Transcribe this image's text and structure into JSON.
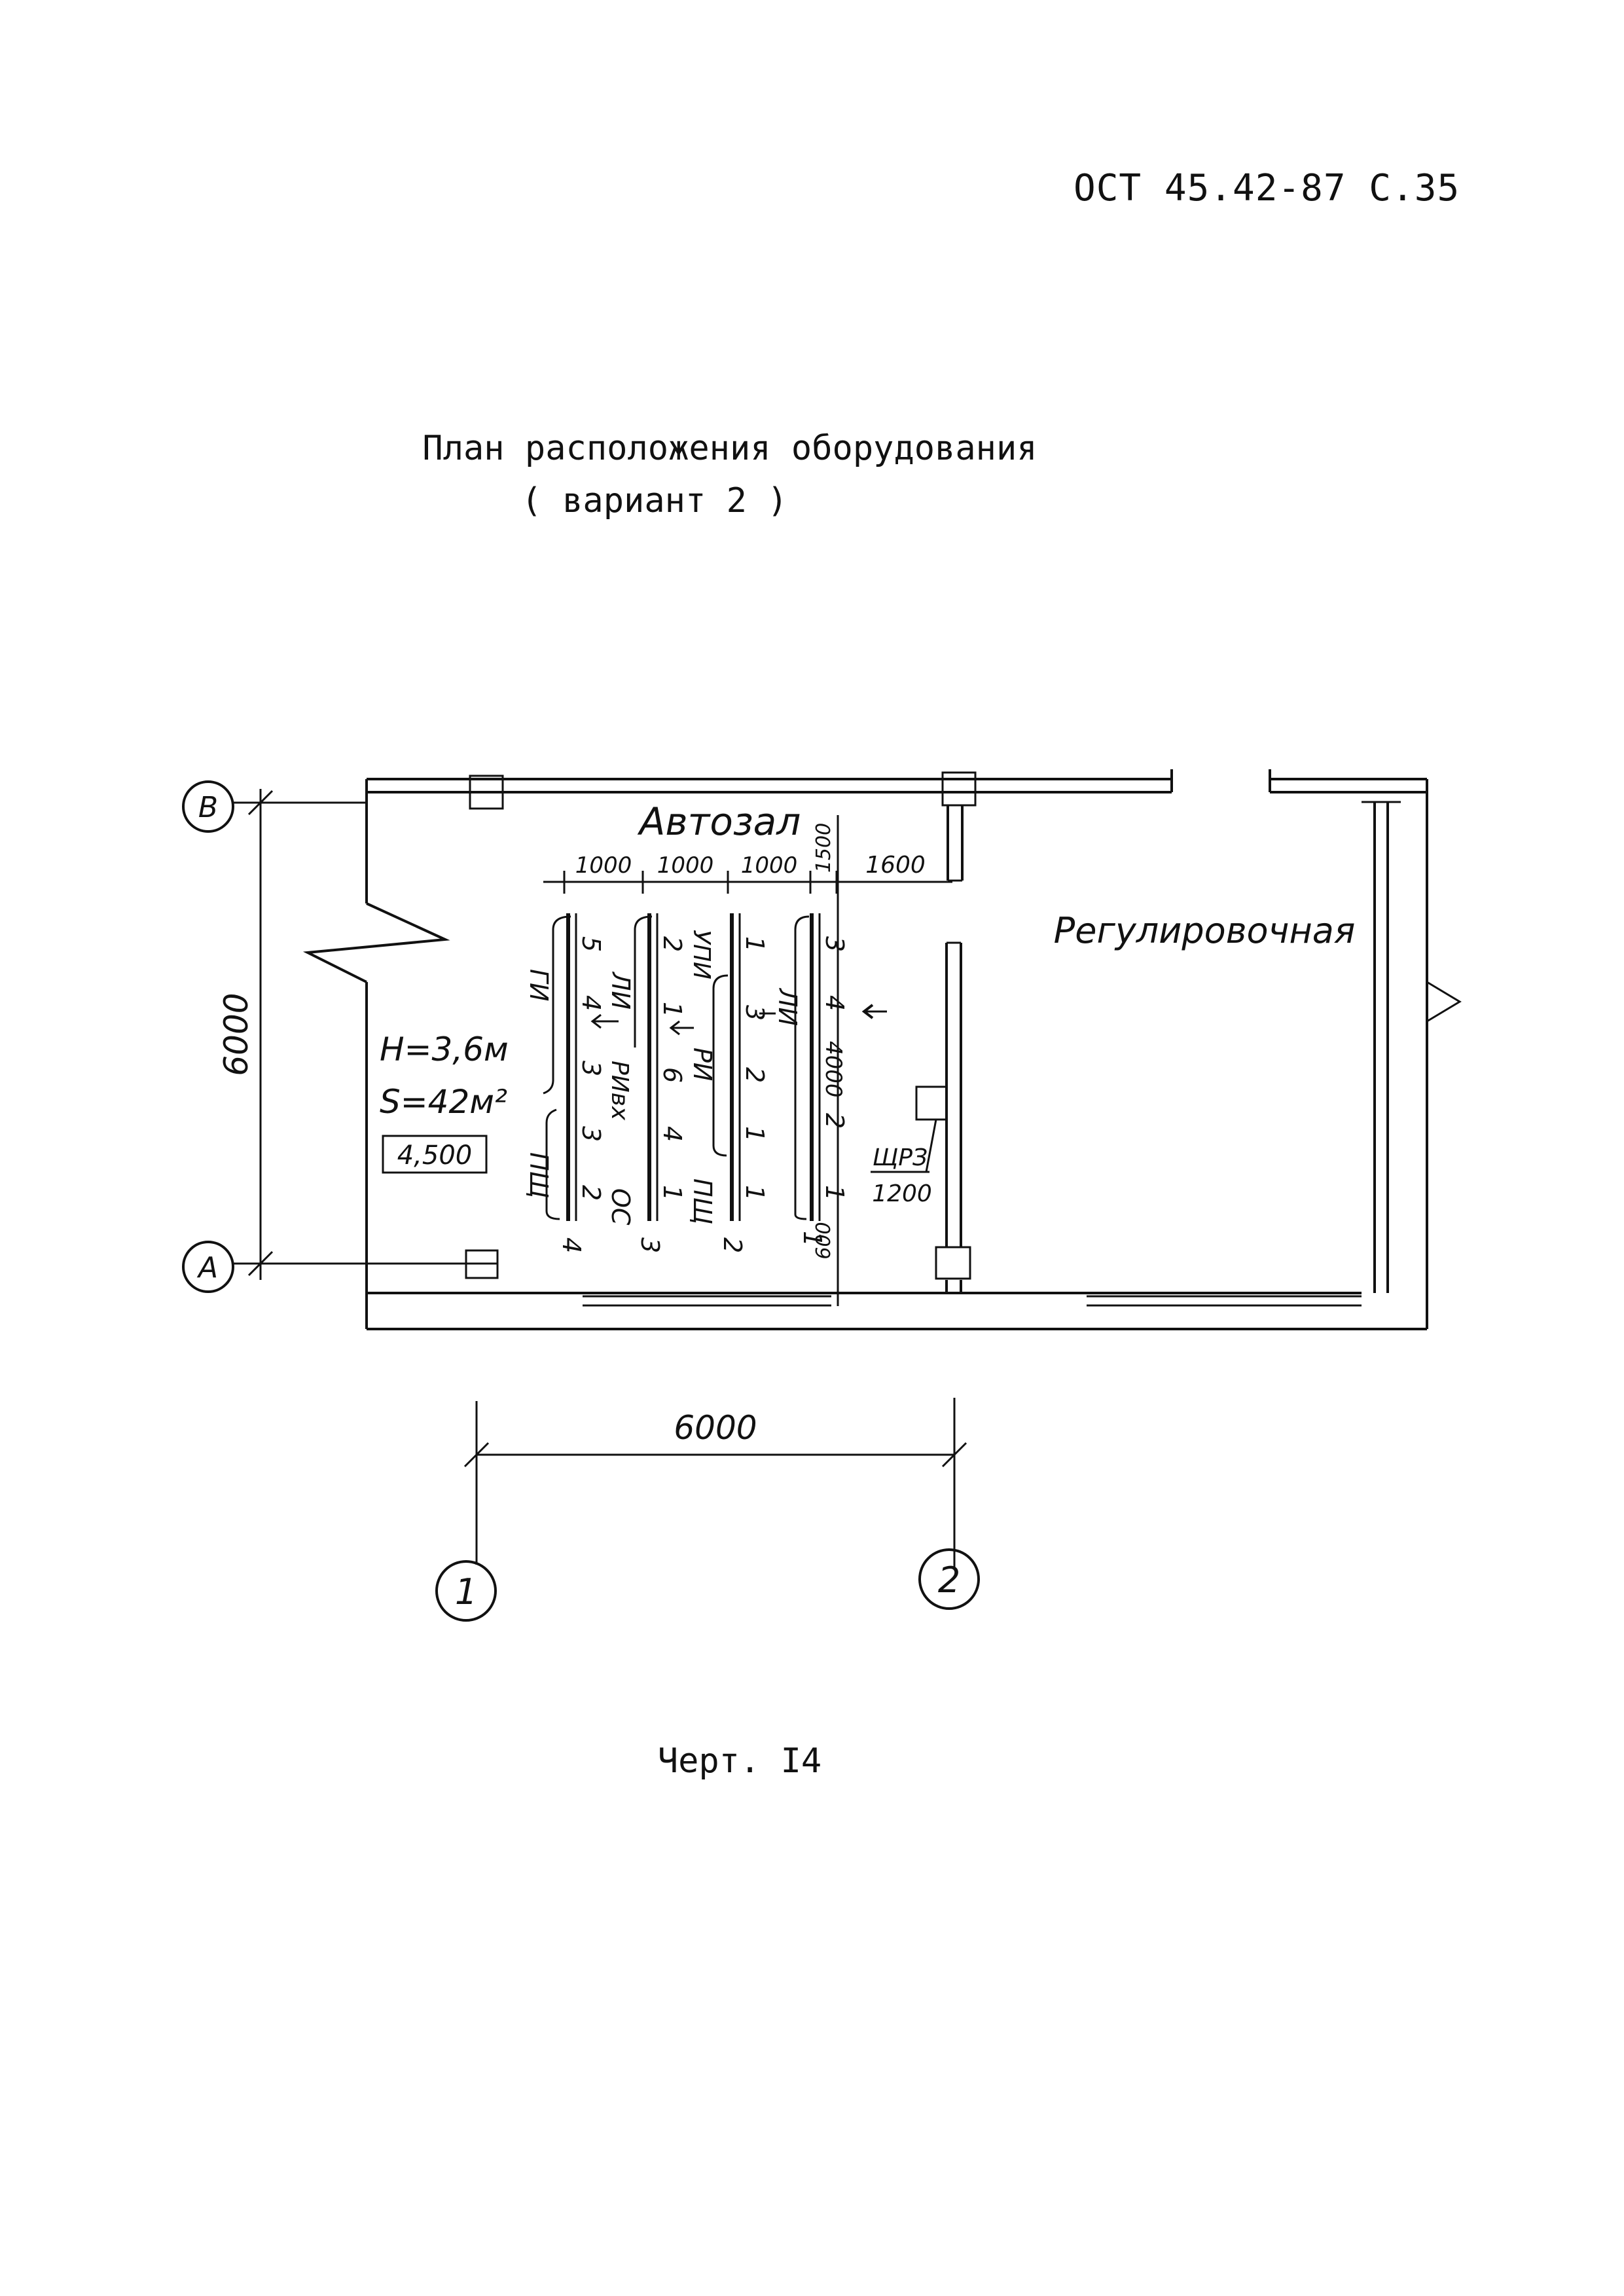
{
  "header": {
    "doc_code": "ОСТ 45.42-87  С.35"
  },
  "title": {
    "line1": "План расположения оборудования",
    "line2": "( вариант  2 )"
  },
  "caption": "Черт. I4",
  "rooms": {
    "left": "Автозал",
    "right": "Регулировочная"
  },
  "axes": {
    "row_b": "В",
    "row_a": "А",
    "col_1": "1",
    "col_2": "2"
  },
  "dimensions": {
    "vertical_span": "6000",
    "horizontal_span": "6000",
    "row_spacings": [
      "1000",
      "1000",
      "1000"
    ],
    "d1500": "1500",
    "d1600": "1600",
    "d600": "600",
    "d4000": "4000",
    "d1200": "1200"
  },
  "room_info": {
    "height": "H=3,6м",
    "area": "S=42м²",
    "level": "4,500"
  },
  "racks": [
    {
      "row_number": "4",
      "groups": [
        "ГИ",
        "ПЩ"
      ],
      "cells": [
        "5",
        "4",
        "3",
        "3",
        "2"
      ]
    },
    {
      "row_number": "3",
      "groups": [
        "ЛИ",
        "РИвх",
        "ОС"
      ],
      "cells": [
        "2",
        "1",
        "6",
        "4",
        "1"
      ]
    },
    {
      "row_number": "2",
      "groups": [
        "УПИ",
        "РИ",
        "ПЩ"
      ],
      "cells": [
        "1",
        "3",
        "2",
        "1",
        "1"
      ]
    },
    {
      "row_number": "1",
      "groups": [
        "ЛИ"
      ],
      "cells": [
        "3",
        "4",
        "2",
        "1"
      ]
    }
  ],
  "panel_label": "ЩРЗ"
}
